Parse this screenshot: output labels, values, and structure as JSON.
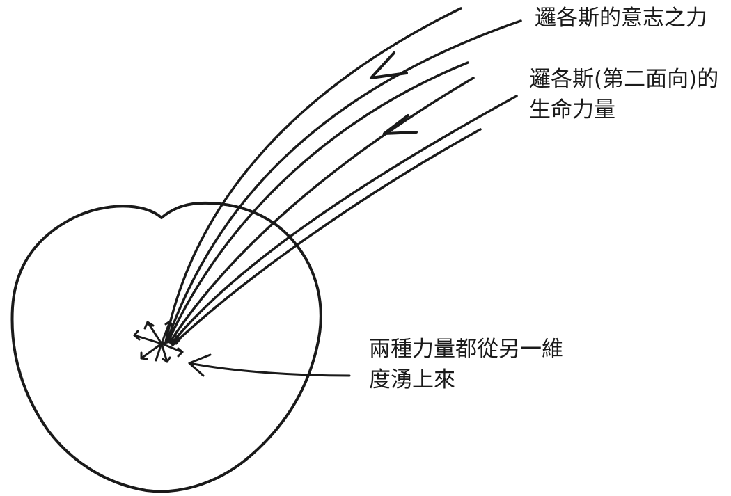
{
  "diagram": {
    "labels": {
      "will_power": "邏各斯的意志之力",
      "life_force": {
        "line1": "邏各斯(第二面向)的",
        "line2": "生命力量"
      },
      "upwelling": {
        "line1": "兩種力量都從另一維",
        "line2": "度湧上來"
      }
    },
    "ink_color": "#1a1a1a"
  }
}
